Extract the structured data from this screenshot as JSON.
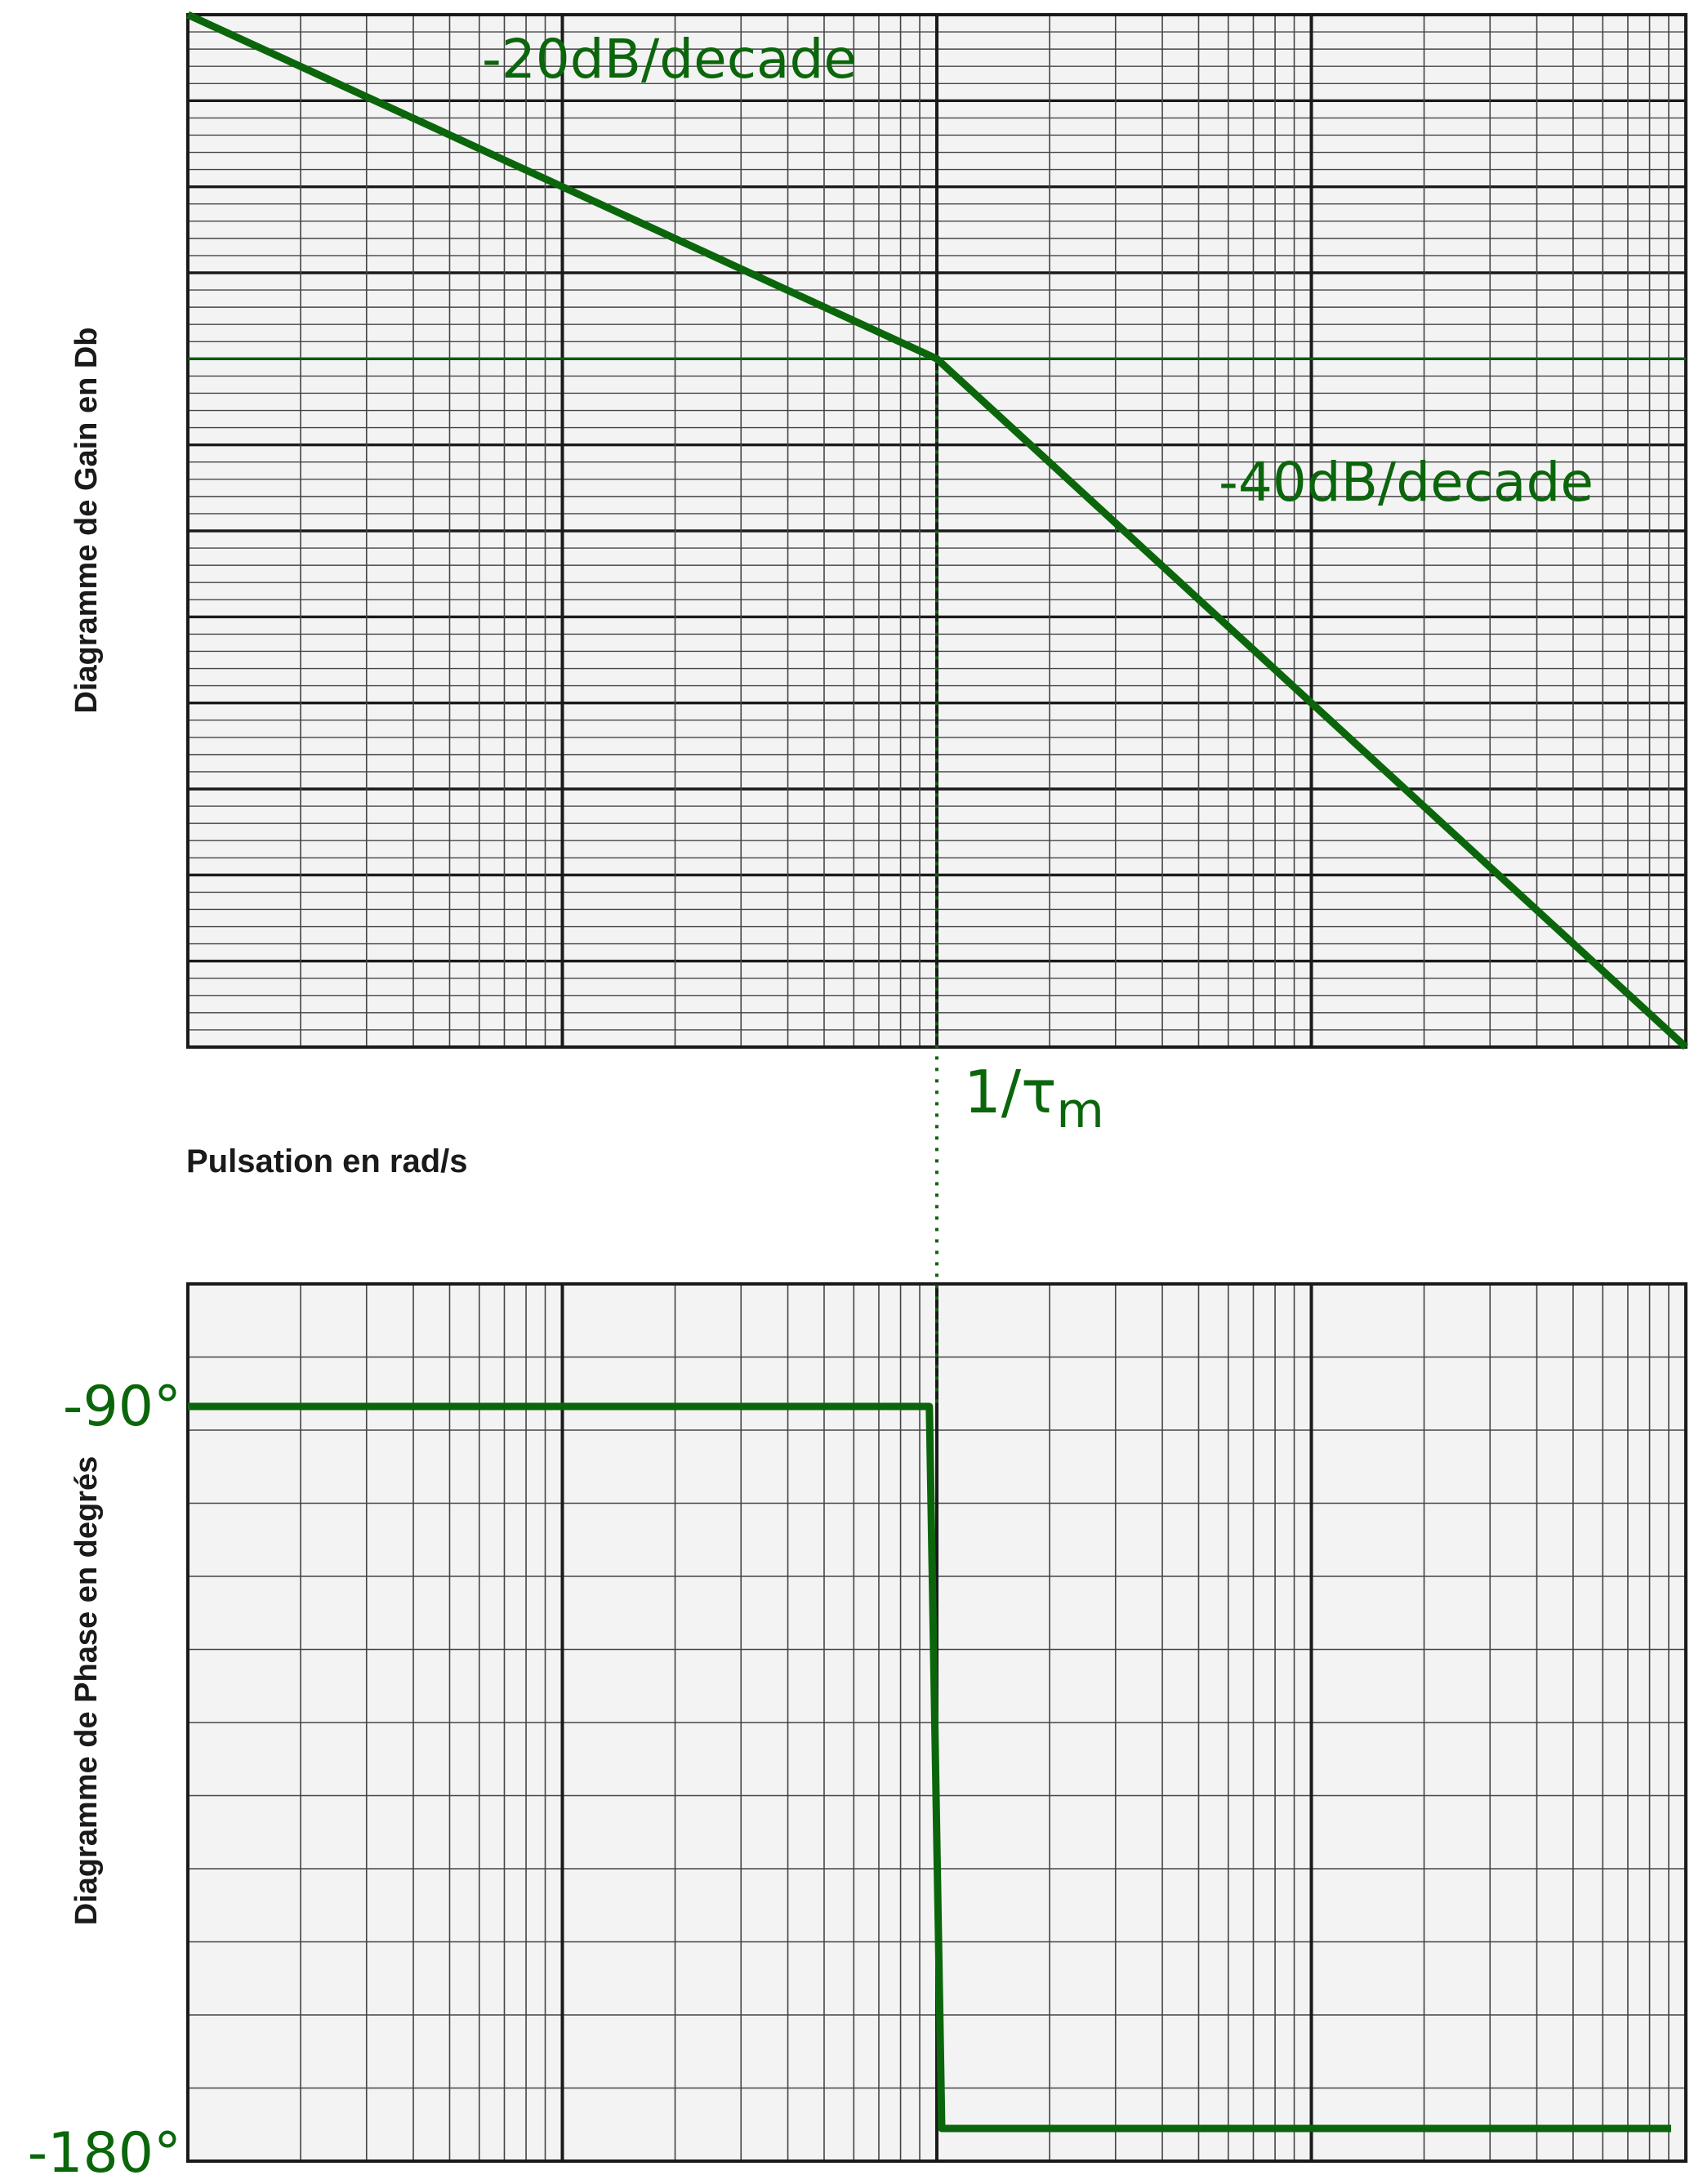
{
  "colors": {
    "curve": "#0b660b",
    "grid_major": "#1a1a1a",
    "grid_minor": "#444444",
    "paper": "#f3f3f3"
  },
  "labels": {
    "gain_axis": "Diagramme de Gain en Db",
    "phase_axis": "Diagramme de Phase en degrés",
    "pulsation": "Pulsation en rad/s",
    "slope1": "-20dB/decade",
    "slope2": "-40dB/decade",
    "corner_base": "1/τ",
    "corner_sub": "m",
    "phase_90": "-90°",
    "phase_180": "-180°"
  },
  "chart_data": [
    {
      "type": "line",
      "title": "",
      "ylabel": "Diagramme de Gain en Db",
      "xlabel": "Pulsation en rad/s",
      "x_scale": "log",
      "x_decades": 4,
      "grid": true,
      "series": [
        {
          "values_log_x": [
            0,
            2,
            4
          ],
          "values_y_decades": [
            0,
            -0.4,
            -1.2
          ]
        }
      ],
      "annotations": [
        "-20dB/decade",
        "-40dB/decade",
        "1/τm"
      ]
    },
    {
      "type": "line",
      "title": "",
      "ylabel": "Diagramme de Phase en degrés",
      "x_scale": "log",
      "x_decades": 4,
      "grid": true,
      "yticks": [
        "-90°",
        "-180°"
      ],
      "series": [
        {
          "x_log": [
            0,
            1.98,
            2.0,
            4.0
          ],
          "y_deg": [
            -90,
            -90,
            -180,
            -180
          ]
        }
      ]
    }
  ]
}
